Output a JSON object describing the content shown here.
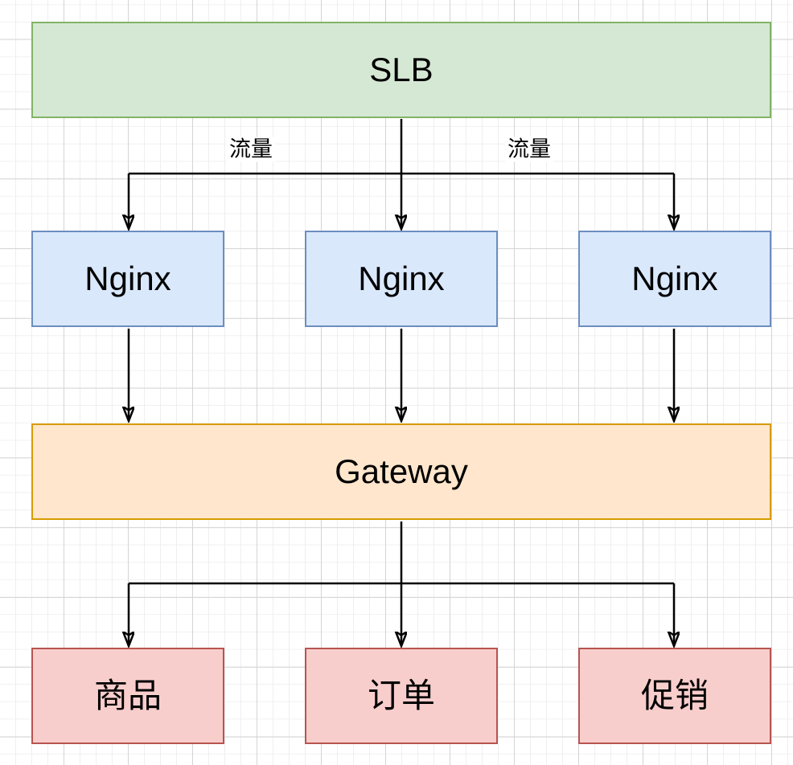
{
  "nodes": {
    "slb": {
      "label": "SLB"
    },
    "nginx_1": {
      "label": "Nginx"
    },
    "nginx_2": {
      "label": "Nginx"
    },
    "nginx_3": {
      "label": "Nginx"
    },
    "gateway": {
      "label": "Gateway"
    },
    "product": {
      "label": "商品"
    },
    "order": {
      "label": "订单"
    },
    "promotion": {
      "label": "促销"
    }
  },
  "edges": {
    "traffic_left_label": "流量",
    "traffic_right_label": "流量"
  },
  "palette": {
    "green": {
      "fill": "#d5e8d4",
      "stroke": "#82b366"
    },
    "blue": {
      "fill": "#dae8fc",
      "stroke": "#6c8ebf"
    },
    "orange": {
      "fill": "#ffe6cc",
      "stroke": "#d79b00"
    },
    "red": {
      "fill": "#f8cecc",
      "stroke": "#b85450"
    },
    "edge": "#000000"
  }
}
